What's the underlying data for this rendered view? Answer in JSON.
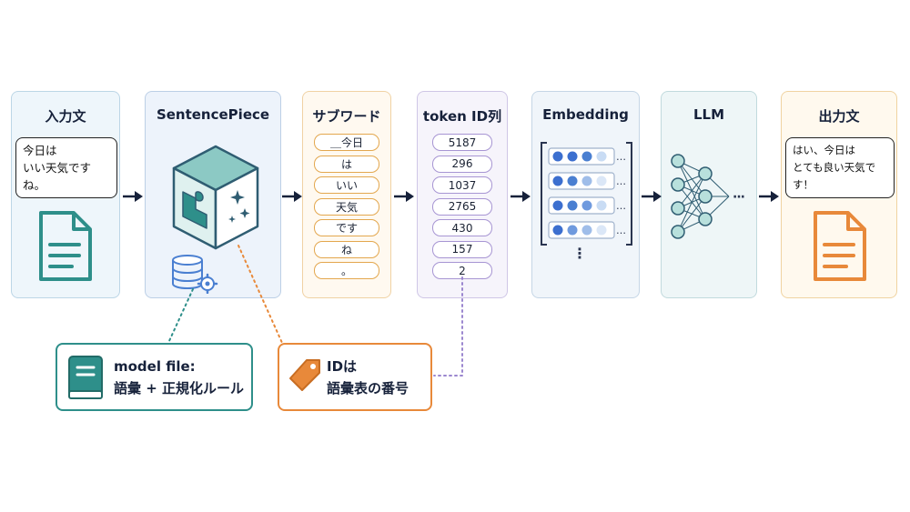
{
  "stages": {
    "input": {
      "title": "入力文",
      "bubble_lines": [
        "今日は",
        "いい天気ですね。"
      ]
    },
    "sentencepiece": {
      "title": "SentencePiece"
    },
    "subword": {
      "title": "サブワード",
      "tokens": [
        "＿今日",
        "は",
        "いい",
        "天気",
        "です",
        "ね",
        "。"
      ]
    },
    "token_ids": {
      "title": "token ID列",
      "ids": [
        "5187",
        "296",
        "1037",
        "2765",
        "430",
        "157",
        "2"
      ]
    },
    "embedding": {
      "title": "Embedding",
      "ellipsis": "⋮"
    },
    "llm": {
      "title": "LLM",
      "ellipsis": "···"
    },
    "output": {
      "title": "出力文",
      "bubble_lines": [
        "はい、今日は",
        "とても良い天気です！"
      ]
    }
  },
  "callouts": {
    "model_file": {
      "line1": "model file:",
      "line2": "語彙 + 正規化ルール"
    },
    "id_meaning": {
      "line1": "IDは",
      "line2": "語彙表の番号"
    }
  },
  "colors": {
    "teal": "#2e8f8a",
    "orange": "#e8893a",
    "purple": "#9b87cf",
    "blue": "#4a7fd1",
    "navy": "#16213a"
  },
  "icons": [
    "document-icon",
    "puzzle-cube-icon",
    "database-gear-icon",
    "book-icon",
    "tag-icon",
    "neural-network-icon"
  ]
}
